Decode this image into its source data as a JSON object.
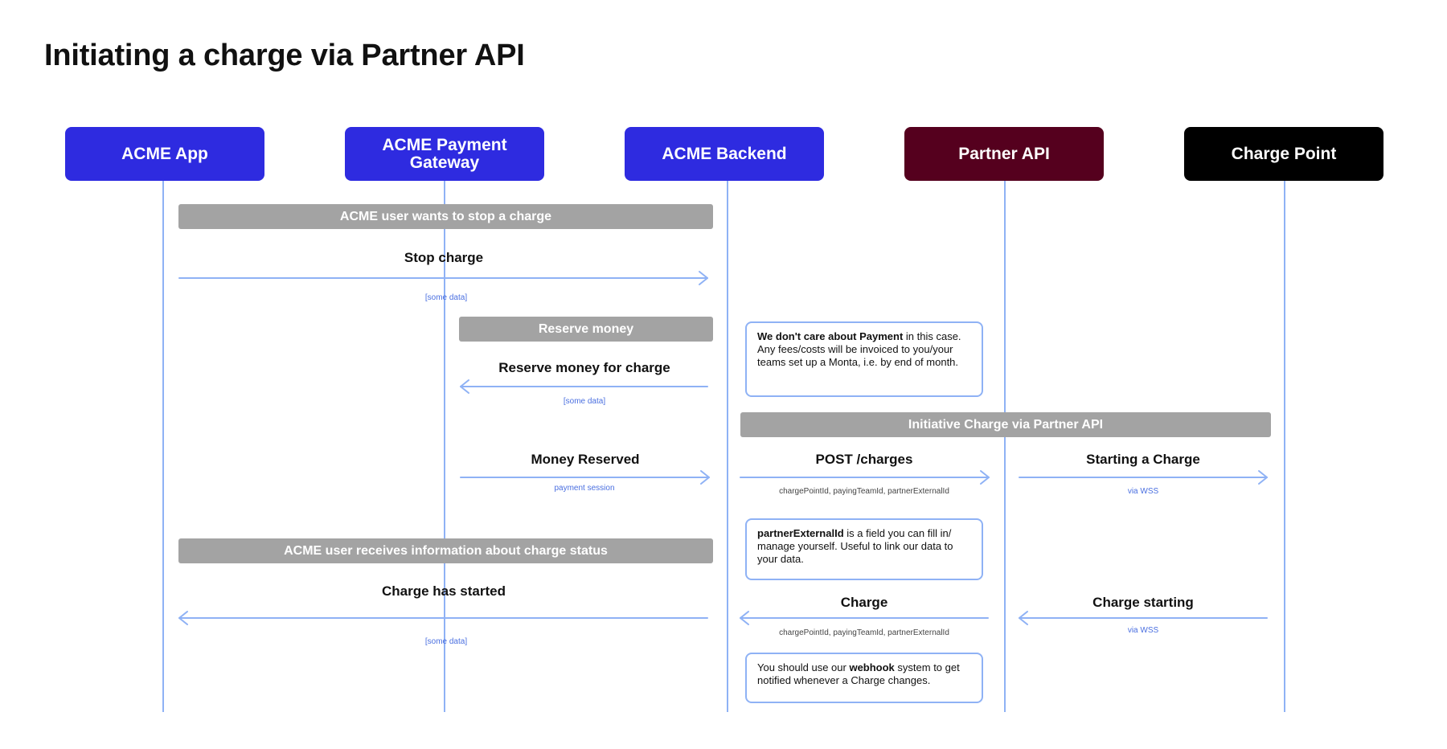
{
  "title": "Initiating a charge via Partner API",
  "colors": {
    "acme_blue": "#2e2be0",
    "partner_maroon": "#55001e",
    "charge_black": "#000000",
    "lifeline": "#8fb2f5",
    "bar_gray": "#a3a3a3"
  },
  "actors": [
    {
      "label": "ACME App"
    },
    {
      "label": "ACME Payment Gateway"
    },
    {
      "label": "ACME Backend"
    },
    {
      "label": "Partner API"
    },
    {
      "label": "Charge Point"
    }
  ],
  "bars": {
    "stop": "ACME user wants to stop a charge",
    "reserve": "Reserve money",
    "initiative": "Initiative Charge via Partner API",
    "receives": "ACME user receives information about charge status"
  },
  "messages": {
    "stop_charge": {
      "label": "Stop charge",
      "sub": "[some data]"
    },
    "reserve_money": {
      "label": "Reserve money for charge",
      "sub": "[some data]"
    },
    "money_reserved": {
      "label": "Money Reserved",
      "sub": "payment session"
    },
    "post_charges": {
      "label": "POST /charges",
      "sub": "chargePointId, payingTeamId, partnerExternalId"
    },
    "starting": {
      "label": "Starting a Charge",
      "sub": "via WSS"
    },
    "charge_started": {
      "label": "Charge has started",
      "sub": "[some data]"
    },
    "charge": {
      "label": "Charge",
      "sub": "chargePointId, payingTeamId, partnerExternalId"
    },
    "charge_starting": {
      "label": "Charge starting",
      "sub": "via WSS"
    }
  },
  "notes": {
    "payment": {
      "bold": "We don't care about Payment",
      "rest": " in this case. Any fees/costs will be invoiced to you/your teams set up a Monta, i.e. by end of month."
    },
    "external": {
      "bold": "partnerExternalId",
      "rest": " is a field you can fill in/ manage yourself. Useful to link our data to your data."
    },
    "webhook": {
      "pre": "You should use our ",
      "bold": "webhook",
      "rest": " system to get notified whenever a Charge changes."
    }
  }
}
